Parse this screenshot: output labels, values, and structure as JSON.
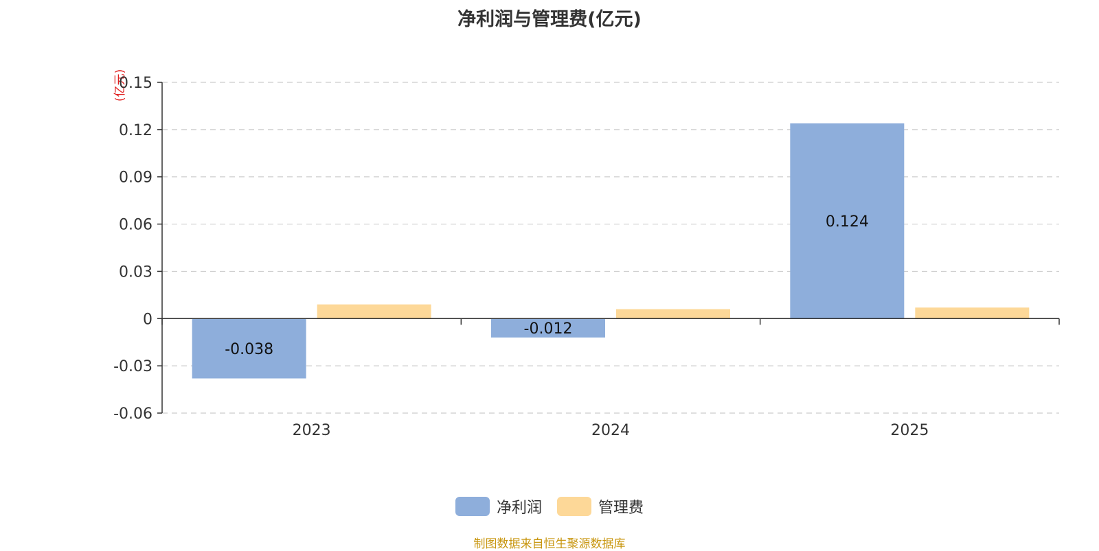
{
  "chart_data": {
    "type": "bar",
    "title": "净利润与管理费(亿元)",
    "unit_label": "(亿元)",
    "categories": [
      "2023",
      "2024",
      "2025"
    ],
    "series": [
      {
        "name": "净利润",
        "values": [
          -0.038,
          -0.012,
          0.124
        ],
        "color": "#8eaedb",
        "labels": [
          "-0.038",
          "-0.012",
          "0.124"
        ]
      },
      {
        "name": "管理费",
        "values": [
          0.009,
          0.006,
          0.007
        ],
        "color": "#fdd898"
      }
    ],
    "ylim": [
      -0.06,
      0.15
    ],
    "yticks": [
      0.15,
      0.12,
      0.09,
      0.06,
      0.03,
      0,
      -0.03,
      -0.06
    ],
    "ytick_labels": [
      "0.15",
      "0.12",
      "0.09",
      "0.06",
      "0.03",
      "0",
      "-0.03",
      "-0.06"
    ],
    "grid": true,
    "legend_position": "bottom-center"
  },
  "source_text": "制图数据来自恒生聚源数据库"
}
